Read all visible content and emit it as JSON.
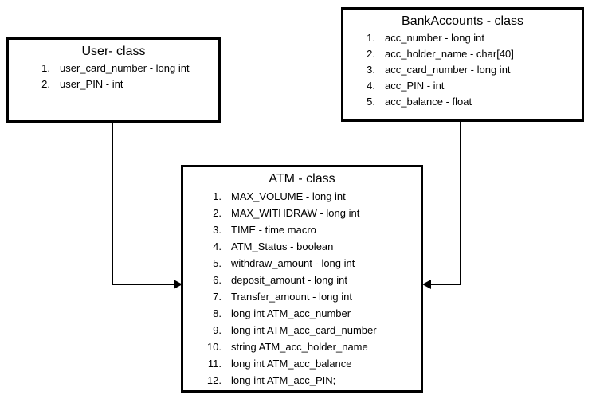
{
  "diagram": {
    "type": "class-diagram",
    "background_color": "#ffffff",
    "line_color": "#000000",
    "text_color": "#000000"
  },
  "classes": {
    "user": {
      "title": "User- class",
      "attributes": [
        {
          "num": "1.",
          "text": "user_card_number - long int"
        },
        {
          "num": "2.",
          "text": "user_PIN - int"
        }
      ]
    },
    "bank_accounts": {
      "title": "BankAccounts - class",
      "attributes": [
        {
          "num": "1.",
          "text": "acc_number - long int"
        },
        {
          "num": "2.",
          "text": "acc_holder_name - char[40]"
        },
        {
          "num": "3.",
          "text": "acc_card_number - long int"
        },
        {
          "num": "4.",
          "text": "acc_PIN - int"
        },
        {
          "num": "5.",
          "text": "acc_balance - float"
        }
      ]
    },
    "atm": {
      "title": "ATM - class",
      "attributes": [
        {
          "num": "1.",
          "text": "MAX_VOLUME - long int"
        },
        {
          "num": "2.",
          "text": "MAX_WITHDRAW - long int"
        },
        {
          "num": "3.",
          "text": "TIME - time macro"
        },
        {
          "num": "4.",
          "text": "ATM_Status - boolean"
        },
        {
          "num": "5.",
          "text": "withdraw_amount - long int"
        },
        {
          "num": "6.",
          "text": "deposit_amount - long int"
        },
        {
          "num": "7.",
          "text": "Transfer_amount - long int"
        },
        {
          "num": "8.",
          "text": "long int ATM_acc_number"
        },
        {
          "num": "9.",
          "text": "long int ATM_acc_card_number"
        },
        {
          "num": "10.",
          "text": "string ATM_acc_holder_name"
        },
        {
          "num": "11.",
          "text": "long int ATM_acc_balance"
        },
        {
          "num": "12.",
          "text": "long int ATM_acc_PIN;"
        }
      ]
    }
  },
  "connectors": [
    {
      "name": "user-to-atm",
      "from": "user",
      "to": "atm",
      "style": "orthogonal",
      "arrowhead": "right"
    },
    {
      "name": "bankaccounts-to-atm",
      "from": "bank_accounts",
      "to": "atm",
      "style": "orthogonal",
      "arrowhead": "left"
    }
  ]
}
